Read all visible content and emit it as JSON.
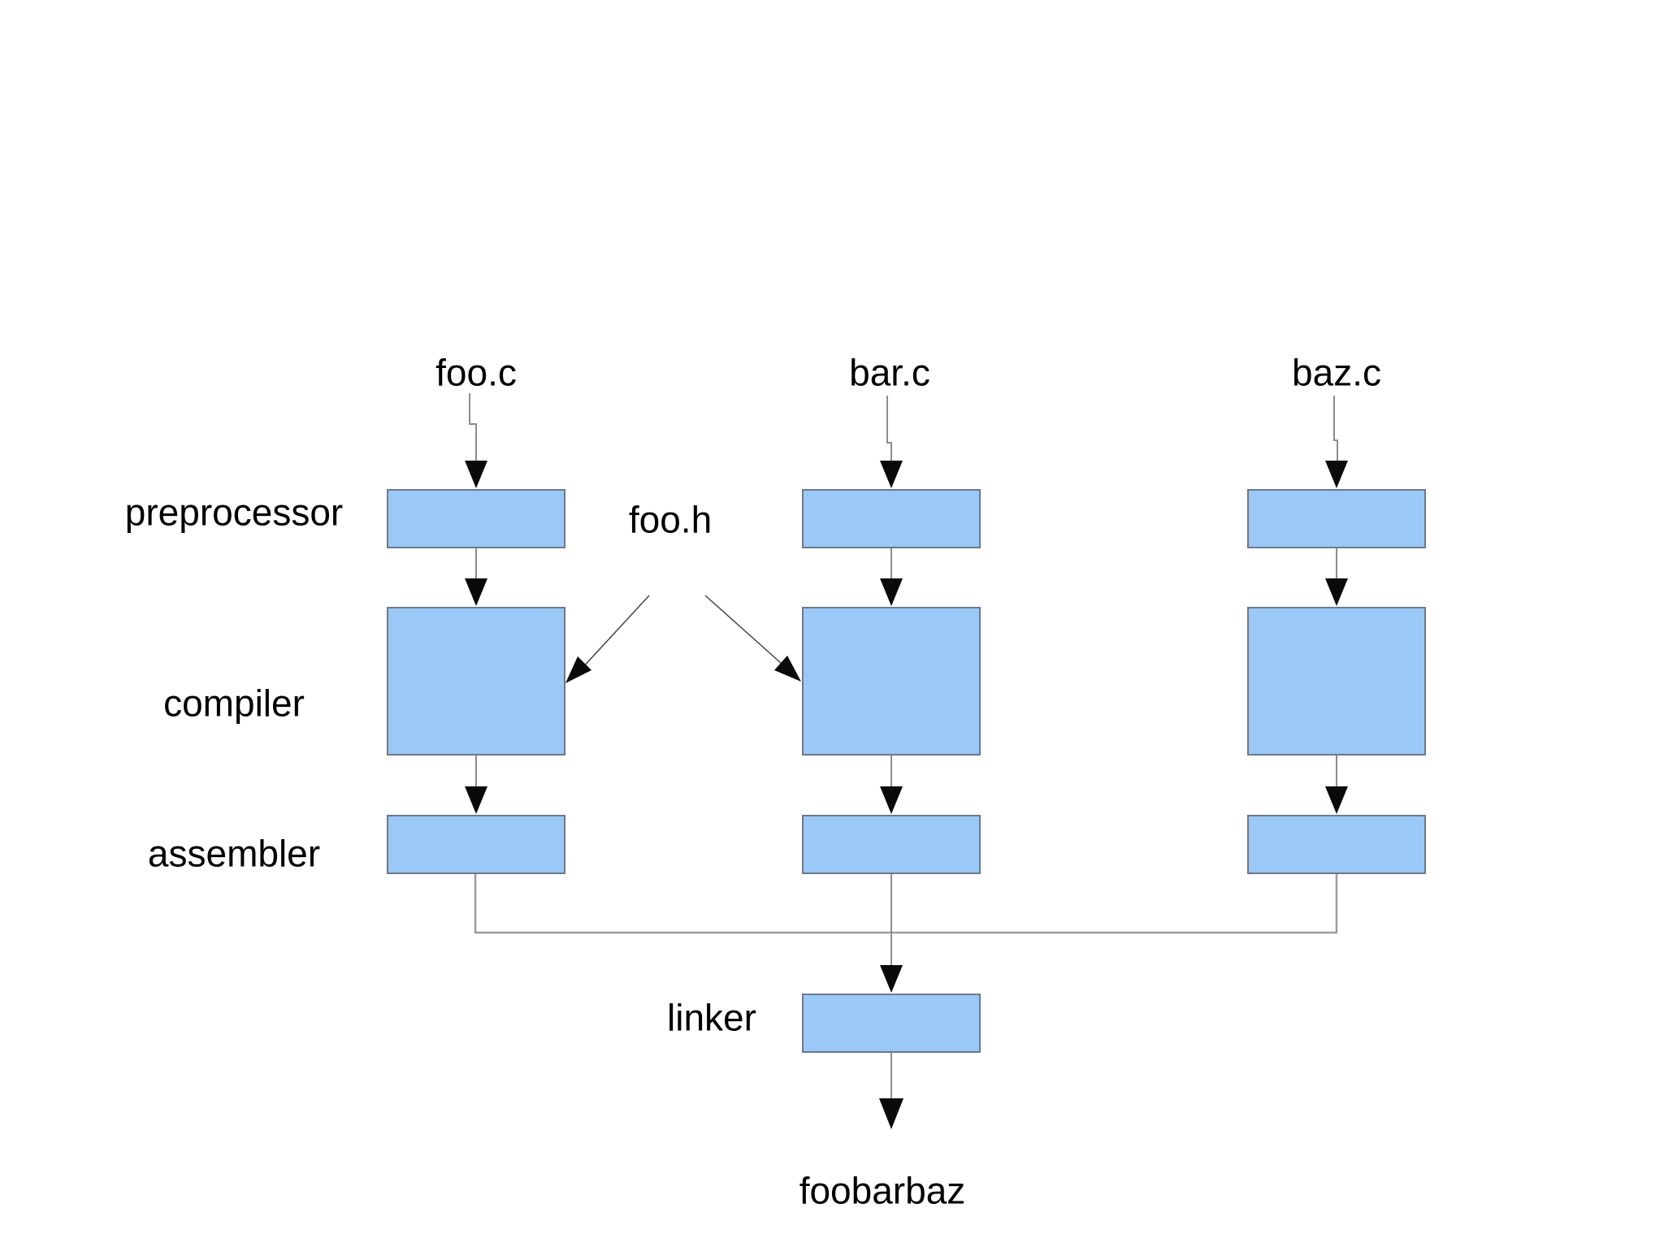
{
  "colors": {
    "bg": "#ffffff",
    "boxFill": "#9ac9f8",
    "boxBorder": "#6d7888",
    "line": "#8c8c8c",
    "connector": "#9c9c9c",
    "diagLine": "#444444",
    "arrow": "#0a0a0a",
    "text": "#000000"
  },
  "diagram": {
    "sources": [
      {
        "id": "foo",
        "label": "foo.c"
      },
      {
        "id": "bar",
        "label": "bar.c"
      },
      {
        "id": "baz",
        "label": "baz.c"
      }
    ],
    "header": {
      "label": "foo.h"
    },
    "stages": [
      {
        "id": "preprocessor",
        "label": "preprocessor"
      },
      {
        "id": "compiler",
        "label": "compiler"
      },
      {
        "id": "assembler",
        "label": "assembler"
      },
      {
        "id": "linker",
        "label": "linker"
      }
    ],
    "output": {
      "label": "foobarbaz"
    }
  }
}
